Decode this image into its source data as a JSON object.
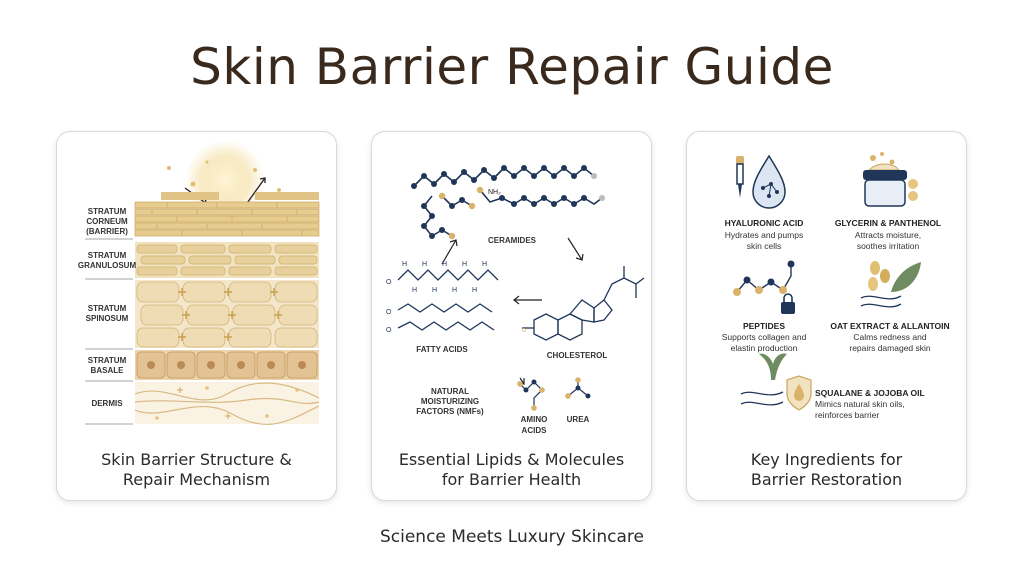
{
  "title": "Skin Barrier Repair Guide",
  "footer": "Science Meets Luxury Skincare",
  "colors": {
    "gold": "#d9b36a",
    "gold_light": "#ecd9ae",
    "navy": "#1f3659",
    "sage": "#6f8b60",
    "brown": "#3a2a1d"
  },
  "panel1": {
    "caption_line1": "Skin Barrier Structure &",
    "caption_line2": "Repair Mechanism",
    "layers": {
      "corneum_1": "STRATUM",
      "corneum_2": "CORNEUM",
      "corneum_3": "(BARRIER)",
      "granulosum_1": "STRATUM",
      "granulosum_2": "GRANULOSUM",
      "spinosum_1": "STRATUM",
      "spinosum_2": "SPINOSUM",
      "basale_1": "STRATUM",
      "basale_2": "BASALE",
      "dermis": "DERMIS"
    }
  },
  "panel2": {
    "caption_line1": "Essential Lipids & Molecules",
    "caption_line2": "for Barrier Health",
    "nh2": "NH₂",
    "ceramides": "CERAMIDES",
    "fatty_acids": "FATTY ACIDS",
    "cholesterol": "CHOLESTEROL",
    "nmf_1": "NATURAL",
    "nmf_2": "MOISTURIZING",
    "nmf_3": "FACTORS (NMFs)",
    "amino_1": "AMINO",
    "amino_2": "ACIDS",
    "urea": "UREA"
  },
  "panel3": {
    "caption_line1": "Key Ingredients for",
    "caption_line2": "Barrier Restoration",
    "ingredients": [
      {
        "name": "HYALURONIC ACID",
        "desc1": "Hydrates and pumps",
        "desc2": "skin cells",
        "icon": "dropper-droplet-icon"
      },
      {
        "name": "GLYCERIN & PANTHENOL",
        "desc1": "Attracts moisture,",
        "desc2": "soothes irritation",
        "icon": "cream-jar-icon"
      },
      {
        "name": "PEPTIDES",
        "desc1": "Supports collagen and",
        "desc2": "elastin production",
        "icon": "peptide-chain-lock-icon"
      },
      {
        "name": "OAT EXTRACT & ALLANTOIN",
        "desc1": "Calms redness and",
        "desc2": "repairs damaged skin",
        "icon": "oat-leaf-icon"
      },
      {
        "name": "SQUALANE & JOJOBA OIL",
        "desc1": "Mimics natural skin oils,",
        "desc2": "reinforces barrier",
        "icon": "plant-shield-icon"
      }
    ]
  }
}
